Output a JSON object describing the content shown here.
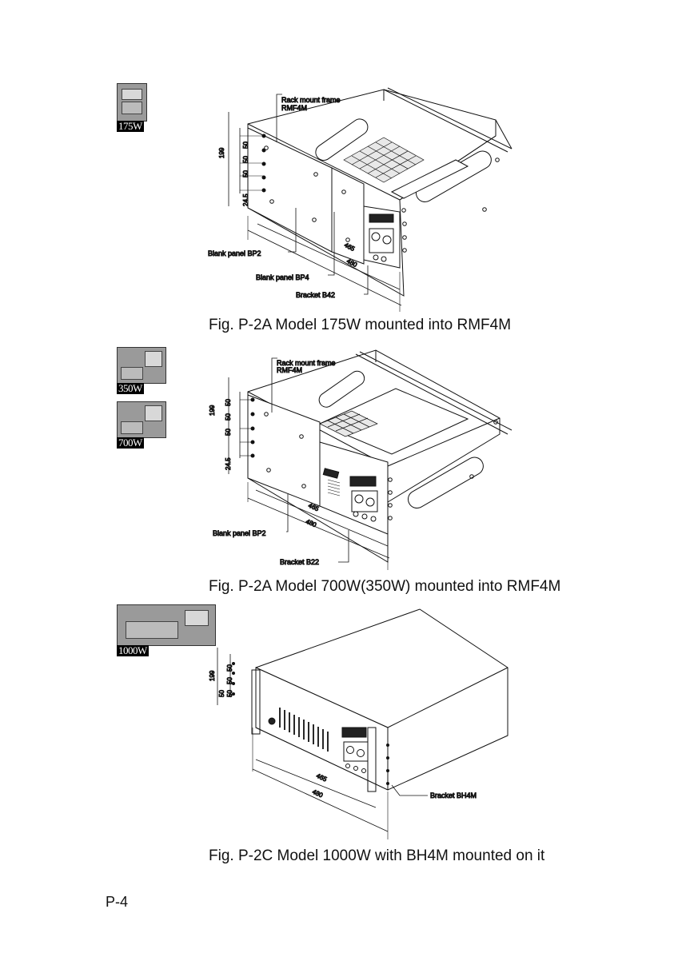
{
  "figures": [
    {
      "badge": "175W",
      "labels": {
        "frame": "Rack mount frame",
        "frame_model": "RMF4M",
        "blank1": "Blank panel BP2",
        "blank2": "Blank panel BP4",
        "bracket": "Bracket B42"
      },
      "dims": {
        "d199": "199",
        "d50a": "50",
        "d50b": "50",
        "d50c": "50",
        "d245": "24.5",
        "d465": "465",
        "d480": "480"
      },
      "caption": "Fig. P-2A   Model 175W mounted into RMF4M"
    },
    {
      "badge_a": "350W",
      "badge_b": "700W",
      "labels": {
        "frame": "Rack mount frame",
        "frame_model": "RMF4M",
        "blank1": "Blank panel BP2",
        "bracket": "Bracket B22"
      },
      "dims": {
        "d199": "199",
        "d50a": "50",
        "d50b": "50",
        "d50c": "50",
        "d245": "24.5",
        "d465": "465",
        "d480": "480"
      },
      "caption": "Fig. P-2A   Model 700W(350W) mounted into RMF4M"
    },
    {
      "badge": "1000W",
      "labels": {
        "bracket": "Bracket BH4M"
      },
      "dims": {
        "d199": "199",
        "d50a": "50",
        "d50b": "50",
        "d50c": "50",
        "d50d": "50",
        "d465": "465",
        "d480": "480"
      },
      "caption": "Fig. P-2C   Model 1000W with BH4M mounted on it"
    }
  ],
  "page_number": "P-4"
}
